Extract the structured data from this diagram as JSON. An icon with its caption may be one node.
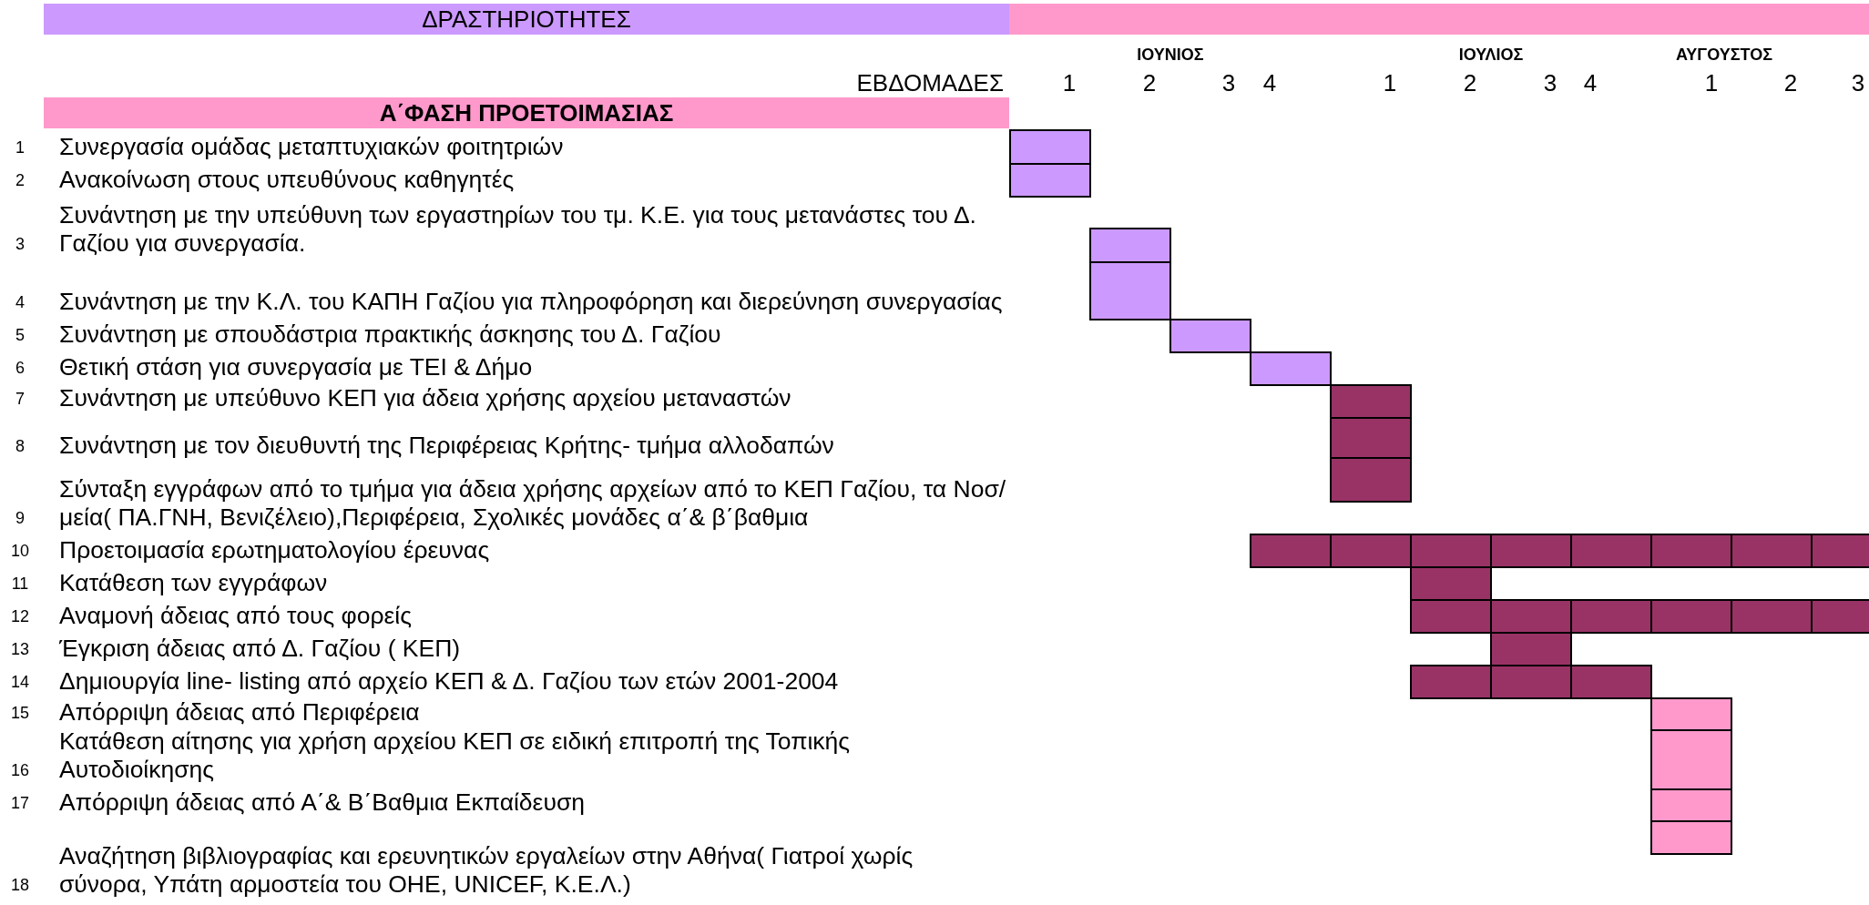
{
  "diagram": {
    "labels": [
      "ΔΡΑΣΤΗΡΙΟΤΗΤΕΣ",
      "ΙΟΥΝΙΟΣ",
      "ΙΟΥΛΙΟΣ",
      "ΑΥΓΟΥΣΤΟΣ",
      "ΕΒΔΟΜΑΔΕΣ",
      "1",
      "2",
      "3",
      "4",
      "1",
      "2",
      "3",
      "4",
      "1",
      "2",
      "3",
      "Α΄ΦΑΣΗ ΠΡΟΕΤΟΙΜΑΣΙΑΣ",
      "1",
      "Συνεργασία ομάδας μεταπτυχιακών φοιτητριών",
      "2",
      "Ανακοίνωση στους υπευθύνους καθηγητές",
      "3",
      "Συνάντηση με την υπεύθυνη των εργαστηρίων του τμ. Κ.Ε.  για τους μετανάστες του Δ. Γαζίου για συνεργασία.",
      "4",
      "Συνάντηση με την Κ.Λ. του ΚΑΠΗ Γαζίου για πληροφόρηση και διερεύνηση συνεργασίας",
      "5",
      "Συνάντηση με σπουδάστρια πρακτικής άσκησης του Δ. Γαζίου",
      "6",
      "Θετική στάση για συνεργασία με ΤΕΙ & Δήμο",
      "7",
      "Συνάντηση με υπεύθυνο ΚΕΠ για άδεια χρήσης αρχείου μεταναστών",
      "8",
      "Συνάντηση με τον διευθυντή της Περιφέρειας Κρήτης- τμήμα αλλοδαπών",
      "9",
      "Σύνταξη εγγράφων από το τμήμα για άδεια χρήσης αρχείων από το ΚΕΠ Γαζίου, τα Νοσ/μεία( ΠΑ.ΓΝΗ, Βενιζέλειο),Περιφέρεια, Σχολικές μονάδες α΄& β΄βαθμια",
      "10",
      "Προετοιμασία ερωτηματολογίου έρευνας",
      "11",
      "Κατάθεση των εγγράφων",
      "12",
      "Αναμονή άδειας από τους φορείς",
      "13",
      "Έγκριση άδειας από Δ. Γαζίου ( ΚΕΠ)",
      "14",
      "Δημιουργία line- listing από αρχείο ΚΕΠ & Δ. Γαζίου των ετών 2001-2004",
      "15",
      "Απόρριψη άδειας από Περιφέρεια",
      "16",
      "Κατάθεση αίτησης για χρήση αρχείου ΚΕΠ  σε ειδική επιτροπή της Τοπικής Αυτοδιοίκησης",
      "17",
      "Απόρριψη άδειας από Α΄& Β΄Βαθμια Εκπαίδευση",
      "18",
      "Αναζήτηση βιβλιογραφίας και ερευνητικών εργαλείων στην Αθήνα( Γιατροί χωρίς σύνορα, Υπάτη αρμοστεία του ΟΗΕ, UNICEF, Κ.Ε.Λ.)"
    ]
  }
}
